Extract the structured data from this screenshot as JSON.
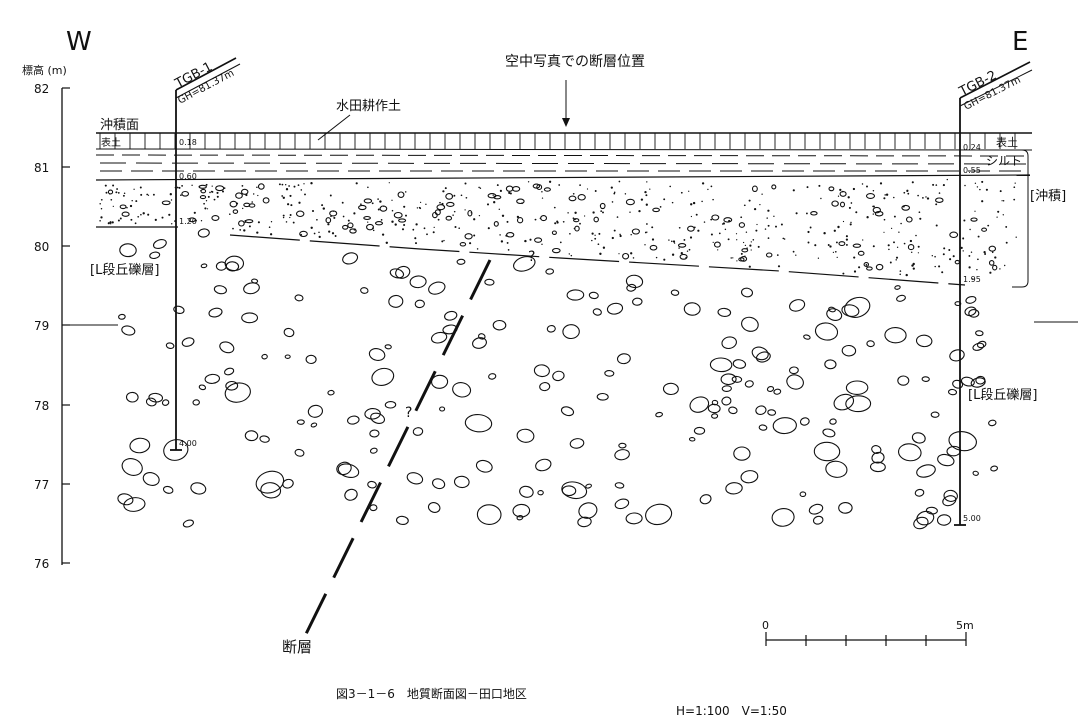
{
  "compass": {
    "west": "W",
    "east": "E"
  },
  "axis": {
    "label": "標高 (m)",
    "ticks": [
      "82",
      "81",
      "80",
      "79",
      "78",
      "77",
      "76"
    ]
  },
  "labels": {
    "aerial_fault": "空中写真での断層位置",
    "paddy_soil": "水田耕作土",
    "alluvial_surface": "沖積面",
    "topsoil_left": "表土",
    "topsoil_right": "表土",
    "silt": "シルト",
    "alluvium": "[沖積]",
    "terrace_left": "[L段丘礫層]",
    "terrace_right": "[L段丘礫層]",
    "fault": "断層",
    "q1": "?",
    "q2": "?"
  },
  "boreholes": [
    {
      "name": "TGB-1",
      "gh": "GH=81.37m",
      "depths": [
        "0.18",
        "0.60",
        "1.20",
        "4.00"
      ]
    },
    {
      "name": "TGB-2",
      "gh": "GH=81.37m",
      "depths": [
        "0.24",
        "0.55",
        "1.95",
        "5.00"
      ]
    }
  ],
  "scalebar": {
    "start": "0",
    "end": "5m"
  },
  "caption": "図3－1－6　地質断面図－田口地区",
  "scale_text": "H=1:100　V=1:50"
}
